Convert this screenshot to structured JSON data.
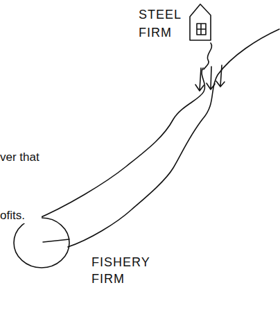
{
  "diagram": {
    "labels": [
      "STEEL FIRM",
      "FISHERY FIRM",
      "ver that",
      "ofits."
    ]
  }
}
